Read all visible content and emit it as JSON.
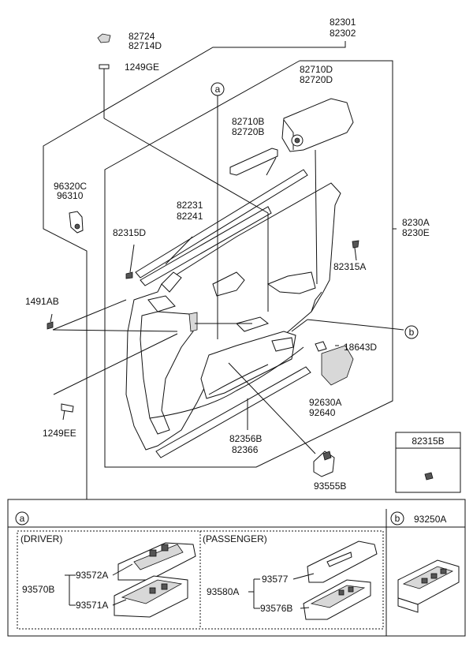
{
  "labels": {
    "p82724": "82724",
    "p82714D": "82714D",
    "p82301": "82301",
    "p82302": "82302",
    "p1249GE": "1249GE",
    "p82710D": "82710D",
    "p82720D": "82720D",
    "p82710B": "82710B",
    "p82720B": "82720B",
    "p96320C": "96320C",
    "p96310": "96310",
    "p82231": "82231",
    "p82241": "82241",
    "p82315D": "82315D",
    "p8230A": "8230A",
    "p8230E": "8230E",
    "p82315A": "82315A",
    "p1491AB": "1491AB",
    "p18643D": "18643D",
    "p92630A": "92630A",
    "p92640": "92640",
    "p82356B": "82356B",
    "p82366": "82366",
    "p1249EE": "1249EE",
    "p93555B": "93555B",
    "p82315B": "82315B",
    "callout_a": "a",
    "callout_b": "b"
  },
  "detail": {
    "callout_a": "a",
    "callout_b": "b",
    "p93250A": "93250A",
    "driver": "(DRIVER)",
    "passenger": "(PASSENGER)",
    "p93570B": "93570B",
    "p93572A": "93572A",
    "p93571A": "93571A",
    "p93580A": "93580A",
    "p93577": "93577",
    "p93576B": "93576B"
  }
}
